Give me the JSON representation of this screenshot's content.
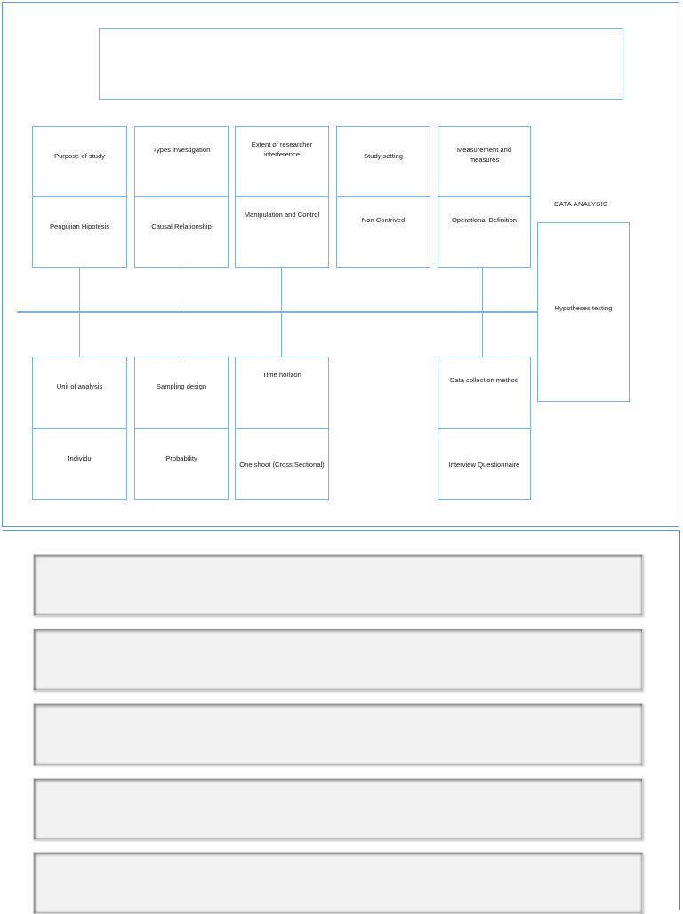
{
  "document": {
    "pages": [
      {
        "name": "page-one",
        "kind": "research-design-diagram"
      },
      {
        "name": "page-two",
        "kind": "blank-placeholder-bars"
      }
    ]
  },
  "colors": {
    "box_border": "#7fb2e0",
    "page_border": "#5b9bd5",
    "connector": "#7fb2e0",
    "bar_fill": "#f2f2f2",
    "bar_border": "#808080",
    "text": "#1a1a1a"
  },
  "diagram": {
    "title_box": {
      "text": ""
    },
    "data_analysis_label": "DATA ANALYSIS",
    "top_row": [
      {
        "heading": "Purpose of study",
        "value": "Pengujian Hipotesis"
      },
      {
        "heading": "Types investigation",
        "value": "Causal Relationship"
      },
      {
        "heading": "Extent of researcher interference",
        "value": "Manipulation and Control"
      },
      {
        "heading": "Study setting",
        "value": "Non Contrived"
      },
      {
        "heading": "Measurement and measures",
        "value": "Operational Definition"
      }
    ],
    "bottom_row": [
      {
        "heading": "Unit of analysis",
        "value": "Individu"
      },
      {
        "heading": "Sampling design",
        "value": "Probability"
      },
      {
        "heading": "Time horizon",
        "value": "One shoot (Cross Sectional)"
      },
      {
        "heading": "Data collection method",
        "value": "Interview Questionnaire"
      }
    ],
    "side_box": {
      "text": "Hypotheses testing"
    }
  },
  "placeholder_bars": [
    {
      "label": ""
    },
    {
      "label": ""
    },
    {
      "label": ""
    },
    {
      "label": ""
    },
    {
      "label": ""
    }
  ]
}
